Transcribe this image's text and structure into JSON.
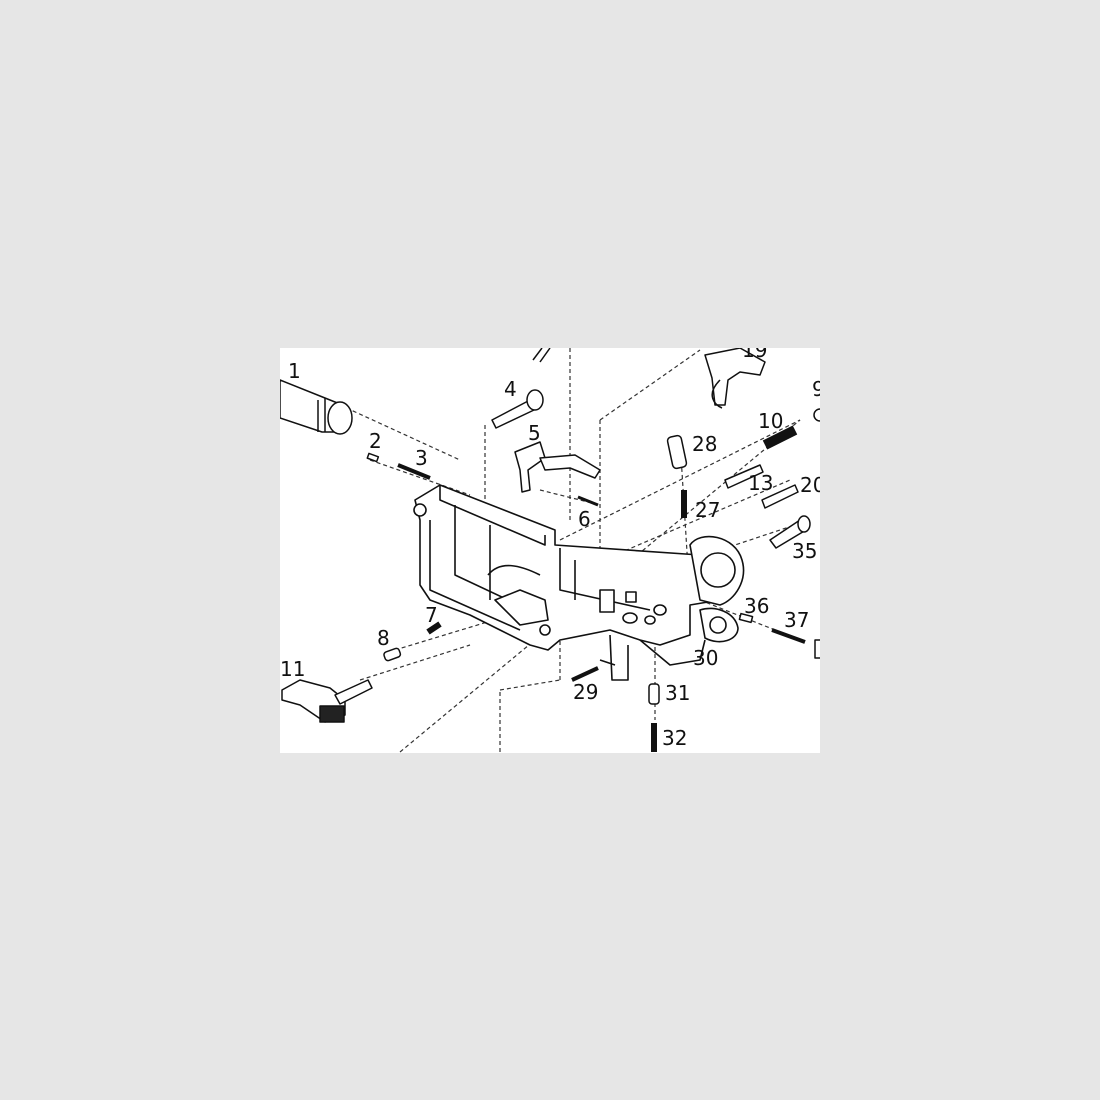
{
  "diagram": {
    "background_color": "#e6e6e6",
    "panel_color": "#ffffff",
    "ink_color": "#111111",
    "part_labels": [
      "1",
      "2",
      "3",
      "4",
      "5",
      "6",
      "7",
      "8",
      "10",
      "11",
      "13",
      "19",
      "20",
      "27",
      "28",
      "29",
      "30",
      "31",
      "32",
      "35",
      "36",
      "37",
      "9"
    ]
  }
}
